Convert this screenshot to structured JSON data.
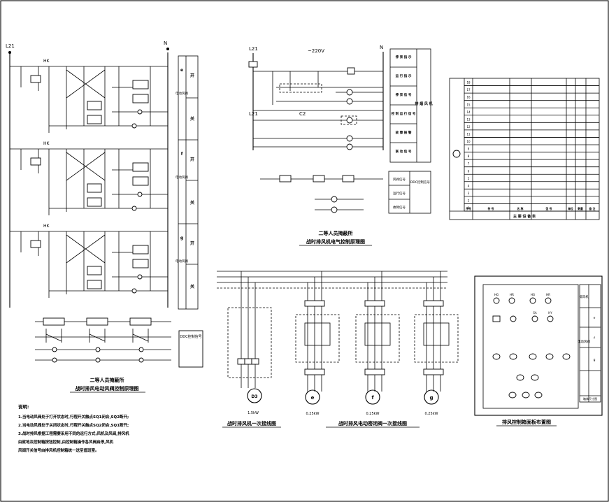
{
  "control_schematic": {
    "top_left_label": "L21",
    "supply_label": "~220V",
    "neutral_label": "N",
    "second_line_label": "L21",
    "contactor_label": "C2",
    "func_column": [
      "停 泵 指 示",
      "运 行 指 示",
      "停 泵 信 号",
      "控 制 运 行 信 号",
      "故 障 报 警",
      "联 动 信 号"
    ],
    "side_title": "排 烟 风 机"
  },
  "damper_schematic": {
    "func_column": [
      "风阀信号",
      "运行信号",
      "故障信号"
    ],
    "note_box": "DDC控制信号"
  },
  "left_panel": {
    "title_line1": "二等人员掩蔽所",
    "title_line2": "战时排风电动风阀控制原理图",
    "groups": [
      {
        "letter": "e",
        "words": [
          "开",
          "关"
        ],
        "side": "电动风阀"
      },
      {
        "letter": "f",
        "words": [
          "开",
          "关"
        ],
        "side": "电动风阀"
      },
      {
        "letter": "g",
        "words": [
          "开",
          "关"
        ],
        "side": "电动风阀"
      }
    ],
    "bottom_note": "DDC控制信号"
  },
  "upper_mid_title": {
    "line1": "二等人员掩蔽所",
    "line2": "战时排风机电气控制原理图"
  },
  "one_line_fan": {
    "title": "战时排风机一次接线图",
    "motor_label": "D3",
    "power": "1.5kW"
  },
  "one_line_valves": {
    "title": "战时排风电动密闭阀一次接线图",
    "items": [
      {
        "letter": "e",
        "power": "0.25kW"
      },
      {
        "letter": "f",
        "power": "0.25kW"
      },
      {
        "letter": "g",
        "power": "0.25kW"
      }
    ]
  },
  "equipment_table": {
    "title": "主 要 设 备 表",
    "row_numbers": [
      "18",
      "17",
      "16",
      "15",
      "14",
      "13",
      "12",
      "11",
      "10",
      "9",
      "8",
      "7",
      "6",
      "5",
      "4",
      "3",
      "2",
      "1"
    ],
    "header": [
      "序号",
      "符 号",
      "名 称",
      "型 号",
      "单位",
      "数量",
      "备 注"
    ]
  },
  "panel_layout": {
    "title": "排风控制箱面板布置图",
    "side_labels": [
      "排风机",
      "电动风阀",
      "e",
      "f",
      "g"
    ],
    "lamp_labels": [
      "HG",
      "HR",
      "HG",
      "HR"
    ],
    "switch_labels": [
      "SA",
      "HY"
    ],
    "footer": "箱体尺寸图"
  },
  "notes": {
    "heading": "说明:",
    "lines": [
      "1.当电动风阀处于打开状态时,行程开关触点SQ1闭合,SQ2断开;",
      "2.当电动风阀处于关闭状态时,行程开关触点SQ2闭合,SQ1断开;",
      "3.战时排风根据工程需要采用不同的运行方式;风机及风阀,排风机",
      "  由就地及控制箱按钮控制,由控制箱操作各风阀启停,风机",
      "  风阀开关信号由排风机控制箱统一送至值班室。"
    ]
  }
}
